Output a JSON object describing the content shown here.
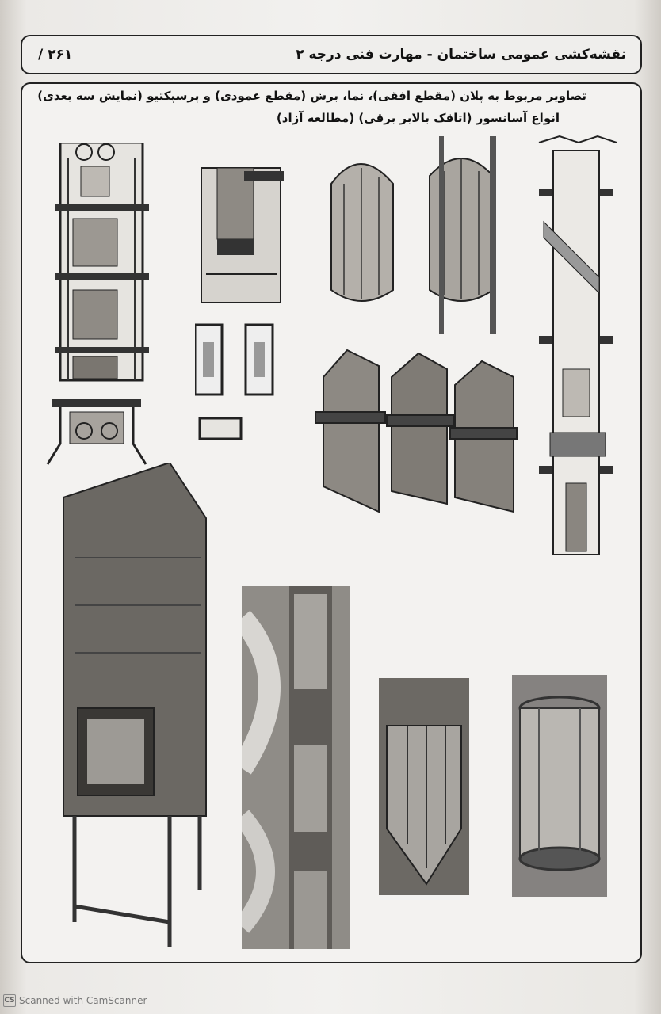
{
  "header": {
    "title": "نقشه‌کشی عمومی ساختمان - مهارت فنی درجه ۲",
    "page_number": "۲۶۱ /"
  },
  "captions": {
    "line1": "تصاویر مربوط به پلان (مقطع افقی)، نما، برش (مقطع عمودی) و پرسپکتیو (نمایش سه بعدی)",
    "line2": "انواع آسانسور (اتاقک بالابر برقی)   (مطالعه آزاد)"
  },
  "footer": {
    "scanner_logo": "CS",
    "scanner_text": "Scanned with CamScanner"
  }
}
